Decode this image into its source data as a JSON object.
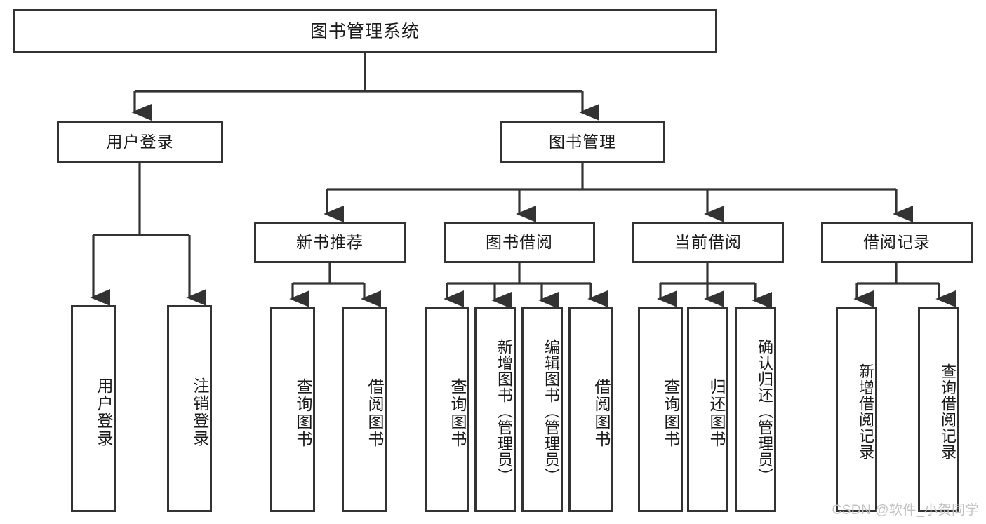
{
  "diagram": {
    "type": "hierarchy-tree",
    "title": "图书管理系统",
    "root": {
      "id": "root",
      "label": "图书管理系统"
    },
    "level2": [
      {
        "id": "user-login",
        "label": "用户登录"
      },
      {
        "id": "book-manage",
        "label": "图书管理"
      }
    ],
    "level3": [
      {
        "id": "new-book-recommend",
        "label": "新书推荐",
        "parent": "book-manage"
      },
      {
        "id": "book-borrow",
        "label": "图书借阅",
        "parent": "book-manage"
      },
      {
        "id": "current-borrow",
        "label": "当前借阅",
        "parent": "book-manage"
      },
      {
        "id": "borrow-record",
        "label": "借阅记录",
        "parent": "book-manage"
      }
    ],
    "leaves": {
      "user_login": [
        {
          "id": "leaf-user-login",
          "label": "用户登录"
        },
        {
          "id": "leaf-user-logout",
          "label": "注销登录"
        }
      ],
      "new_book_recommend": [
        {
          "id": "leaf-query-book-1",
          "label": "查询图书"
        },
        {
          "id": "leaf-borrow-book-1",
          "label": "借阅图书"
        }
      ],
      "book_borrow": [
        {
          "id": "leaf-query-book-2",
          "label": "查询图书"
        },
        {
          "id": "leaf-add-book",
          "label": "新增图书（管理员）"
        },
        {
          "id": "leaf-edit-book",
          "label": "编辑图书（管理员）"
        },
        {
          "id": "leaf-borrow-book-2",
          "label": "借阅图书"
        }
      ],
      "current_borrow": [
        {
          "id": "leaf-query-book-3",
          "label": "查询图书"
        },
        {
          "id": "leaf-return-book",
          "label": "归还图书"
        },
        {
          "id": "leaf-confirm-return",
          "label": "确认归还（管理员）"
        }
      ],
      "borrow_record": [
        {
          "id": "leaf-add-record",
          "label": "新增借阅记录"
        },
        {
          "id": "leaf-query-record",
          "label": "查询借阅记录"
        }
      ]
    }
  },
  "watermark": {
    "text": "CSDN @软件_小贺同学"
  },
  "colors": {
    "stroke": "#333333",
    "box_fill": "#ffffff",
    "text": "#1a1a1a",
    "watermark": "#c2c2c2",
    "background": "#ffffff"
  }
}
